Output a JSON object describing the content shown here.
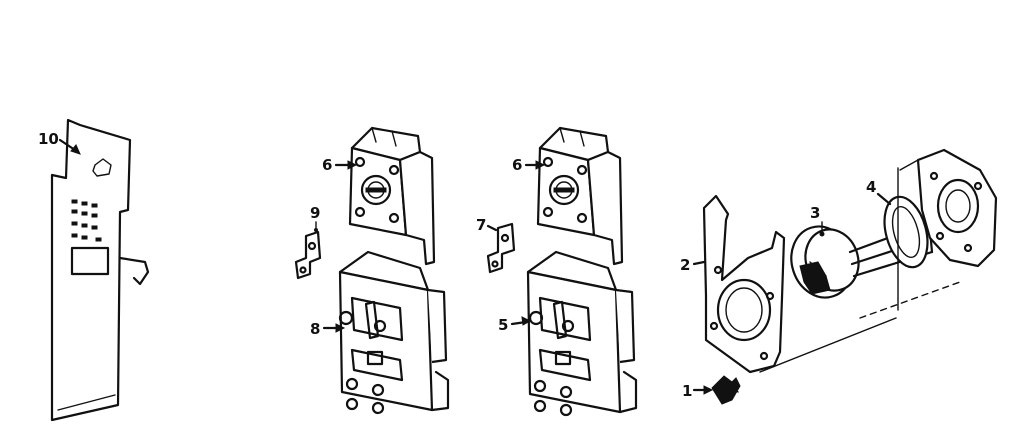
{
  "callouts": {
    "c1": "1",
    "c2": "2",
    "c3": "3",
    "c4": "4",
    "c5": "5",
    "c6a": "6",
    "c6b": "6",
    "c7": "7",
    "c8": "8",
    "c9": "9",
    "c10": "10"
  },
  "colors": {
    "ink": "#111111",
    "paper": "#ffffff"
  }
}
